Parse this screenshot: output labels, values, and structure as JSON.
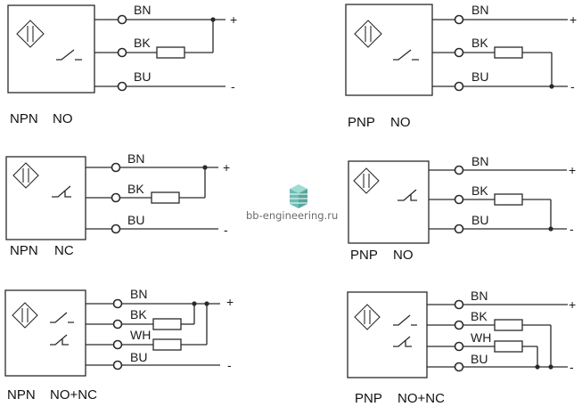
{
  "watermark": {
    "text": "bb-engineering.ru",
    "logo_icon": "stacked-cube-logo"
  },
  "colors": {
    "line": "#2a2a2a",
    "text": "#1a1a1a",
    "watermark_text": "#6b6b6b",
    "logo": "#3aa79a"
  },
  "diagrams": [
    {
      "name": "npn-no",
      "caption": [
        "NPN",
        "NO"
      ],
      "wires": [
        "BN",
        "BK",
        "BU"
      ],
      "signs": [
        "+",
        "-"
      ]
    },
    {
      "name": "pnp-no-top",
      "caption": [
        "PNP",
        "NO"
      ],
      "wires": [
        "BN",
        "BK",
        "BU"
      ],
      "signs": [
        "+",
        "-"
      ]
    },
    {
      "name": "npn-nc",
      "caption": [
        "NPN",
        "NC"
      ],
      "wires": [
        "BN",
        "BK",
        "BU"
      ],
      "signs": [
        "+",
        "-"
      ]
    },
    {
      "name": "pnp-no-middle",
      "caption": [
        "PNP",
        "NO"
      ],
      "wires": [
        "BN",
        "BK",
        "BU"
      ],
      "signs": [
        "+",
        "-"
      ]
    },
    {
      "name": "npn-no-nc",
      "caption": [
        "NPN",
        "NO+NC"
      ],
      "wires": [
        "BN",
        "BK",
        "WH",
        "BU"
      ],
      "signs": [
        "+",
        "-"
      ]
    },
    {
      "name": "pnp-no-nc",
      "caption": [
        "PNP",
        "NO+NC"
      ],
      "wires": [
        "BN",
        "BK",
        "WH",
        "BU"
      ],
      "signs": [
        "+",
        "-"
      ]
    }
  ]
}
